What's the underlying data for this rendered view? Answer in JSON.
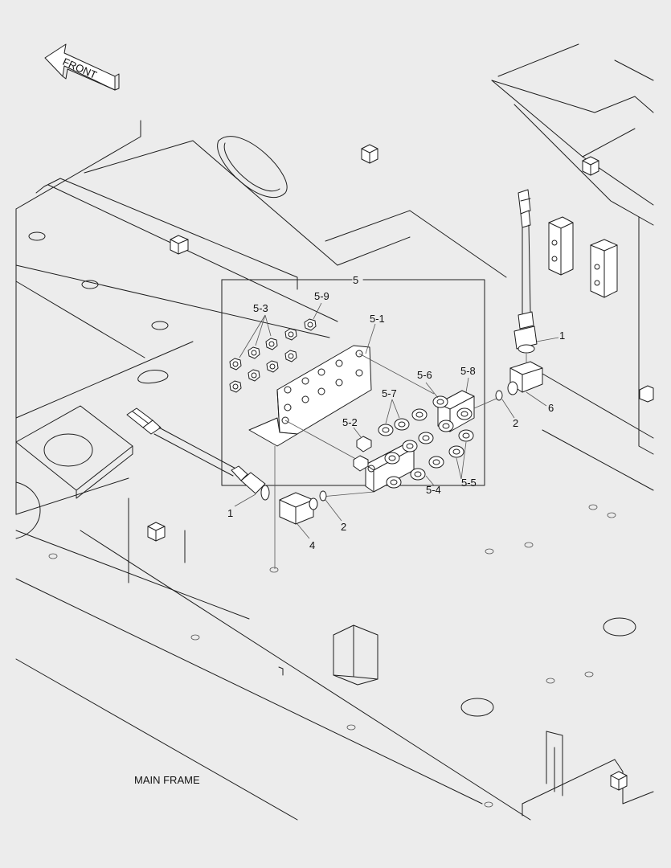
{
  "front_arrow_label": "FRONT",
  "footer_label": "MAIN FRAME",
  "callouts": {
    "assembly": "5",
    "c_5_1": "5-1",
    "c_5_2": "5-2",
    "c_5_3": "5-3",
    "c_5_4": "5-4",
    "c_5_5": "5-5",
    "c_5_6": "5-6",
    "c_5_7": "5-7",
    "c_5_8": "5-8",
    "c_5_9": "5-9",
    "sensor_right": "1",
    "sensor_left": "1",
    "oring_right": "2",
    "oring_left": "2",
    "elbow_left": "4",
    "elbow_right": "6"
  }
}
